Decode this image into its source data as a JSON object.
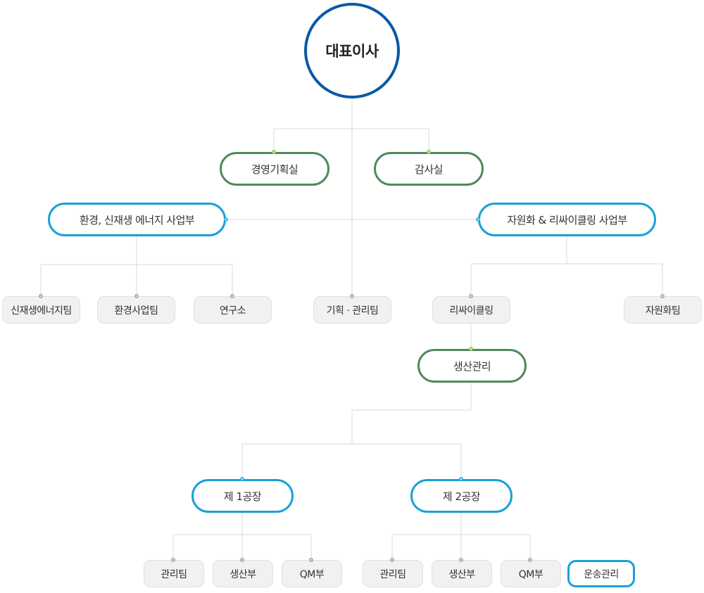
{
  "org": {
    "ceo": "대표이사",
    "mgmt_planning": "경영기획실",
    "audit": "감사실",
    "div_env": "환경, 신재생 에너지 사업부",
    "div_recycle": "자원화 & 리싸이클링 사업부",
    "team_renew": "신재생에너지팀",
    "team_envbiz": "환경사업팀",
    "lab": "연구소",
    "team_planning": "기획 · 관리팀",
    "team_recycling": "리싸이클링",
    "team_resource": "자원화팀",
    "prod_mgmt": "생산관리",
    "plant1": "제 1공장",
    "plant2": "제 2공장",
    "p1_admin": "관리팀",
    "p1_prod": "생산부",
    "p1_qm": "QM부",
    "p2_admin": "관리팀",
    "p2_prod": "생산부",
    "p2_qm": "QM부",
    "transport": "운송관리"
  },
  "colors": {
    "ceo_border": "#0a5aa6",
    "staff_border": "#4e8a5a",
    "division_border": "#1aa0d8",
    "team_fill": "#f1f1f1",
    "connector": "#d9d9d9"
  }
}
